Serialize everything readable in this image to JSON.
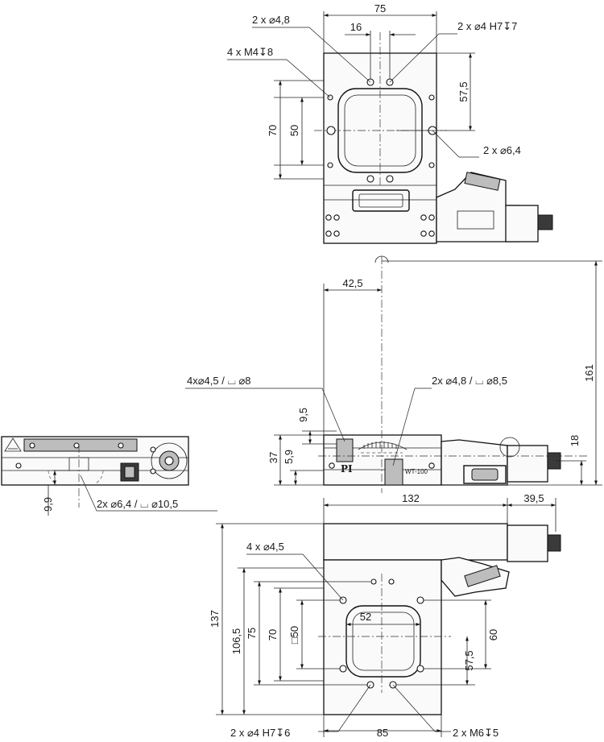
{
  "top_view": {
    "dims": {
      "width_75": "75",
      "spacing_16": "16",
      "height_57_5": "57,5",
      "height_70": "70",
      "height_50": "50"
    },
    "callouts": {
      "bore_4_8": "2 x ⌀4,8",
      "bore_4_h7": "2 x ⌀4 H7↧7",
      "thread_m4": "4 x M4↧8",
      "bore_6_4": "2 x ⌀6,4"
    }
  },
  "front_view": {
    "dims": {
      "offset_42_5": "42,5",
      "height_9_5": "9,5",
      "height_37": "37",
      "height_5_9": "5,9",
      "height_161": "161",
      "height_18": "18"
    },
    "callouts": {
      "cbore_4_5": "4x⌀4,5 / ⌴ ⌀8",
      "cbore_4_8": "2x ⌀4,8 / ⌴ ⌀8,5"
    },
    "labels": {
      "brand": "PI",
      "model": "WT-100"
    }
  },
  "side_view": {
    "dims": {
      "height_9_9": "9,9"
    },
    "callouts": {
      "cbore_6_4": "2x ⌀6,4 / ⌴ ⌀10,5"
    }
  },
  "bottom_view": {
    "dims": {
      "width_132": "132",
      "width_39_5": "39,5",
      "height_137": "137",
      "height_106_5": "106,5",
      "height_75": "75",
      "height_70": "70",
      "height_50_sq": "□50",
      "width_52": "52",
      "height_60": "60",
      "height_57_5": "57,5",
      "width_85": "85"
    },
    "callouts": {
      "bore_4_5": "4 x ⌀4,5",
      "bore_4_h7": "2 x ⌀4 H7↧6",
      "thread_m6": "2 x M6↧5"
    }
  }
}
